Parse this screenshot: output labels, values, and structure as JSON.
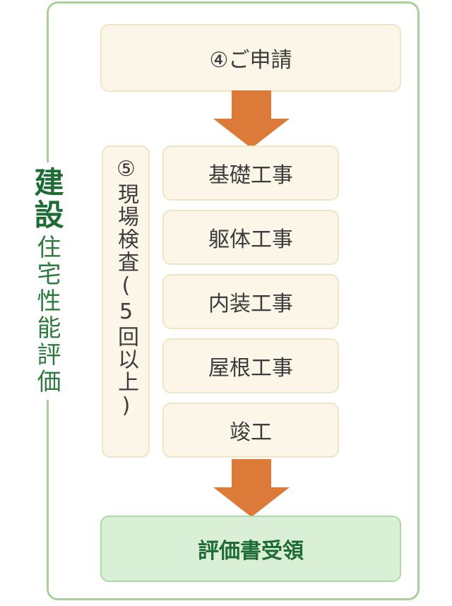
{
  "side_label": {
    "bold": "建設",
    "normal": "住宅性能評価"
  },
  "steps": {
    "apply": "④ご申請",
    "inspection": "⑤現場検査(5回以上)",
    "works": [
      "基礎工事",
      "躯体工事",
      "内装工事",
      "屋根工事",
      "竣工"
    ],
    "final": "評価書受領"
  },
  "colors": {
    "frame_border": "#a9cf9a",
    "box_fill": "#fbf6e8",
    "box_border": "#efe4c4",
    "arrow": "#dc7a3a",
    "final_fill": "#d9f0d6",
    "title_green": "#1f6b35"
  }
}
